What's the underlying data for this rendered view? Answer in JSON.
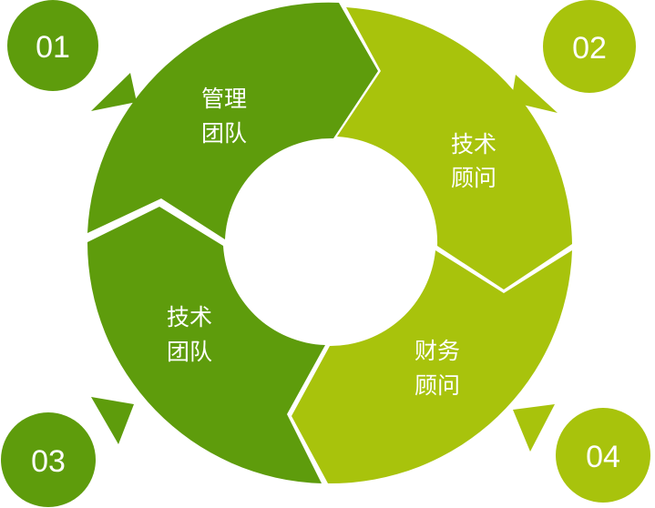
{
  "colors": {
    "dark_green": "#5e9c0c",
    "light_green": "#a8c30c",
    "badge_dark": "#5e9c0c",
    "badge_light": "#a8c30c",
    "text": "#ffffff",
    "background": "#ffffff"
  },
  "steps": [
    {
      "number": "01",
      "line1": "管理",
      "line2": "团队"
    },
    {
      "number": "02",
      "line1": "技术",
      "line2": "顾问"
    },
    {
      "number": "03",
      "line1": "技术",
      "line2": "团队"
    },
    {
      "number": "04",
      "line1": "财务",
      "line2": "顾问"
    }
  ]
}
